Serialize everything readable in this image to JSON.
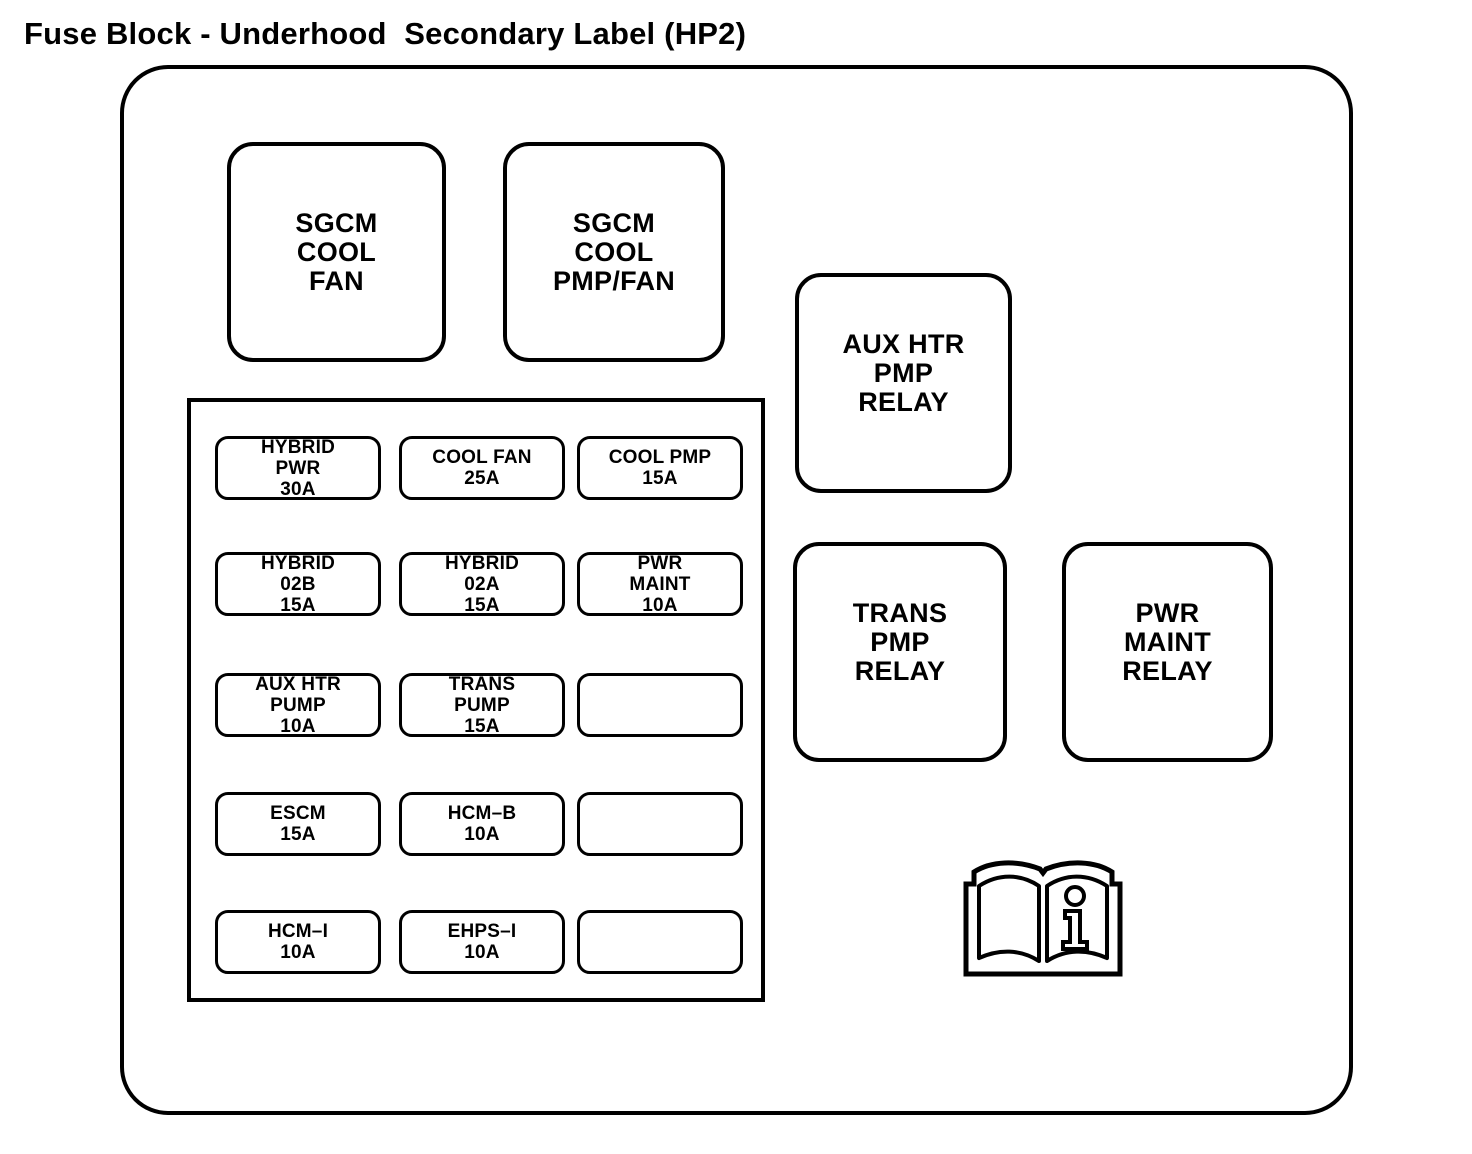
{
  "title": "Fuse Block - Underhood  Secondary Label (HP2)",
  "colors": {
    "ink": "#000000",
    "background": "#ffffff"
  },
  "labels": {
    "sgcm_cool_fan": "SGCM\nCOOL\nFAN",
    "sgcm_cool_pmp_fan": "SGCM\nCOOL\nPMP/FAN",
    "aux_htr_pmp_relay": "AUX HTR\nPMP\nRELAY",
    "trans_pmp_relay": "TRANS\nPMP\nRELAY",
    "pwr_maint_relay": "PWR\nMAINT\nRELAY"
  },
  "fuses": {
    "hybrid_pwr": "HYBRID\nPWR\n30A",
    "cool_fan": "COOL FAN\n25A",
    "cool_pmp": "COOL PMP\n15A",
    "hybrid_02b": "HYBRID\n02B\n15A",
    "hybrid_02a": "HYBRID\n02A\n15A",
    "pwr_maint": "PWR\nMAINT\n10A",
    "aux_htr_pump": "AUX HTR\nPUMP\n10A",
    "trans_pump": "TRANS\nPUMP\n15A",
    "escm": "ESCM\n15A",
    "hcm_b": "HCM–B\n10A",
    "hcm_i": "HCM–I\n10A",
    "ehps_i": "EHPS–I\n10A"
  },
  "icons": {
    "book_info": "open-book-information-icon"
  }
}
